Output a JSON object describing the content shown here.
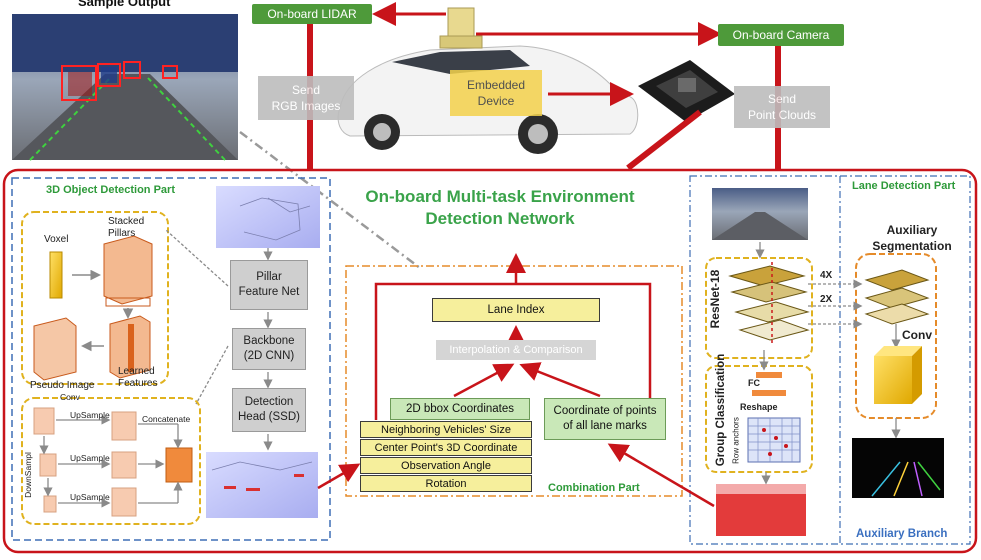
{
  "top": {
    "sample_output": "Sample Output",
    "lidar": "On-board LIDAR",
    "camera": "On-board Camera",
    "send_rgb_1": "Send",
    "send_rgb_2": "RGB Images",
    "embedded_1": "Embedded",
    "embedded_2": "Device",
    "send_pc_1": "Send",
    "send_pc_2": "Point Clouds"
  },
  "network": {
    "title_1": "On-board Multi-task Environment",
    "title_2": "Detection Network"
  },
  "detection": {
    "part_title": "3D Object Detection Part",
    "voxel": "Voxel",
    "stacked_pillars_1": "Stacked",
    "stacked_pillars_2": "Pillars",
    "learned_features_1": "Learned",
    "learned_features_2": "Features",
    "pseudo_image": "Pseudo Image",
    "conv": "Conv",
    "upsample_1": "UpSample",
    "upsample_2": "UpSample",
    "upsample_3": "UpSample",
    "concatenate": "Concatenate",
    "downsample": "DownSampl",
    "pillar_net_1": "Pillar",
    "pillar_net_2": "Feature Net",
    "backbone_1": "Backbone",
    "backbone_2": "(2D CNN)",
    "head_1": "Detection",
    "head_2": "Head (SSD)"
  },
  "combination": {
    "part_title": "Combination Part",
    "lane_index": "Lane Index",
    "interp": "Interpolation & Comparison",
    "bbox_2d": "2D bbox Coordinates",
    "neighbor_size": "Neighboring Vehicles' Size",
    "center_3d": "Center Point's 3D Coordinate",
    "obs_angle": "Observation Angle",
    "rotation": "Rotation",
    "lane_points_1": "Coordinate of points",
    "lane_points_2": "of all lane marks"
  },
  "lane": {
    "part_title": "Lane Detection Part",
    "resnet": "ResNet-18",
    "x4": "4X",
    "x2": "2X",
    "fc": "FC",
    "reshape": "Reshape",
    "row_anchors": "Row anchors",
    "group_cls": "Group Classification",
    "aux_seg_1": "Auxiliary",
    "aux_seg_2": "Segmentation",
    "conv": "Conv",
    "aux_branch": "Auxiliary Branch"
  }
}
